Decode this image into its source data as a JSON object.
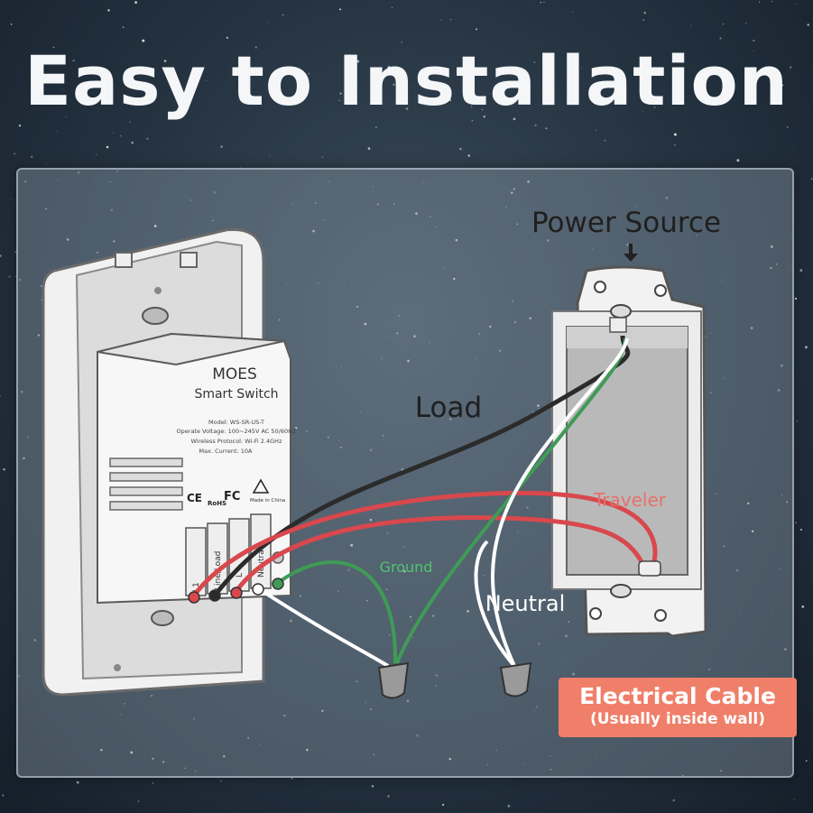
{
  "title": "Easy to Installation",
  "labels": {
    "power_source": "Power Source",
    "load": "Load",
    "traveler": "Traveler",
    "ground": "Ground",
    "neutral": "Neutral"
  },
  "switch": {
    "brand": "MOES",
    "name": "Smart Switch",
    "spec_model": "Model: WS-SR-US-T",
    "spec_voltage": "Operate Voltage: 100~245V AC 50/60HZ",
    "spec_protocol": "Wireless Protocol: Wi-Fi 2.4GHz",
    "spec_current": "Max. Current: 10A",
    "cert_ce": "CE",
    "cert_rohs": "RoHS",
    "cert_fc": "FC",
    "made_in": "Made in China",
    "terminal_l1": "L1",
    "terminal_load": "Line/Load",
    "terminal_l": "L",
    "terminal_neutral": "Neutral"
  },
  "cable_badge": {
    "title": "Electrical Cable",
    "subtitle": "(Usually inside wall)"
  },
  "colors": {
    "load_wire": "#2b2b2b",
    "traveler_wire": "#d8484d",
    "ground_wire": "#3f9b55",
    "neutral_wire": "#ffffff",
    "traveler_label": "#e8706c",
    "ground_label": "#4fc472",
    "badge": "#ef7f69"
  }
}
